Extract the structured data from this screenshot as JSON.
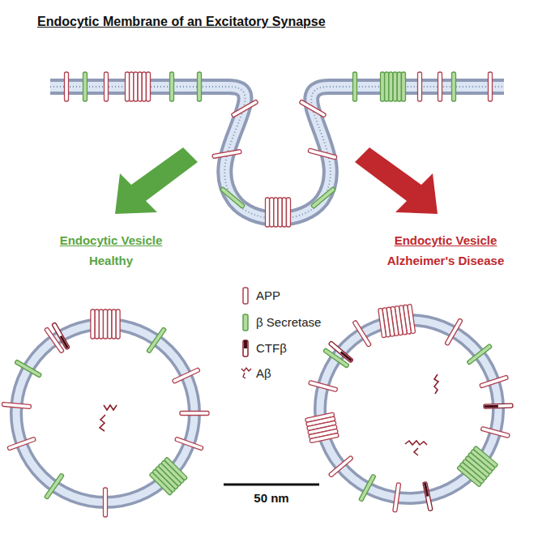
{
  "diagram": {
    "title": "Endocytic Membrane of an Excitatory Synapse",
    "labels": [
      "Endocytic Vesicle",
      "Healthy",
      "Endocytic Vesicle",
      "Alzheimer's Disease",
      "50 nm"
    ],
    "legend": [
      {
        "text": "APP"
      },
      {
        "text": "β Secretase"
      },
      {
        "text": "CTFβ"
      },
      {
        "text": "Aβ"
      }
    ]
  }
}
